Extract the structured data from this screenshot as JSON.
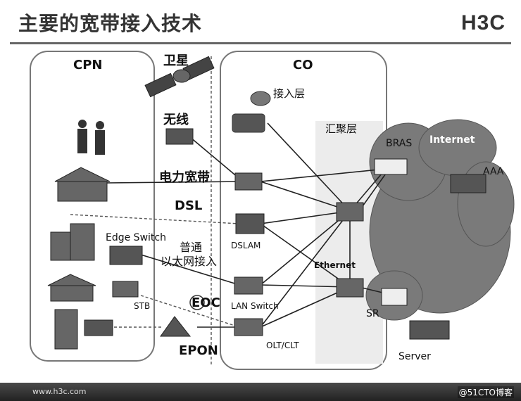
{
  "title": "主要的宽带接入技术",
  "logo": "H3C",
  "footer": {
    "url": "www.h3c.com",
    "watermark": "@51CTO博客"
  },
  "zones": {
    "cpn": "CPN",
    "co": "CO"
  },
  "labels": {
    "satellite": "卫星",
    "wireless": "无线",
    "powerline": "电力宽带",
    "dsl": "DSL",
    "edge_switch": "Edge Switch",
    "ethernet_cn_1": "普通",
    "ethernet_cn_2": "以太网接入",
    "stb": "STB",
    "eoc": "EOC",
    "epon": "EPON",
    "access_layer": "接入层",
    "aggregation_layer": "汇聚层",
    "bras": "BRAS",
    "internet": "Internet",
    "aaa": "AAA",
    "dslam": "DSLAM",
    "ethernet": "Ethernet",
    "lan_switch": "LAN Switch",
    "olt_clt": "OLT/CLT",
    "sr": "SR",
    "server": "Server"
  }
}
